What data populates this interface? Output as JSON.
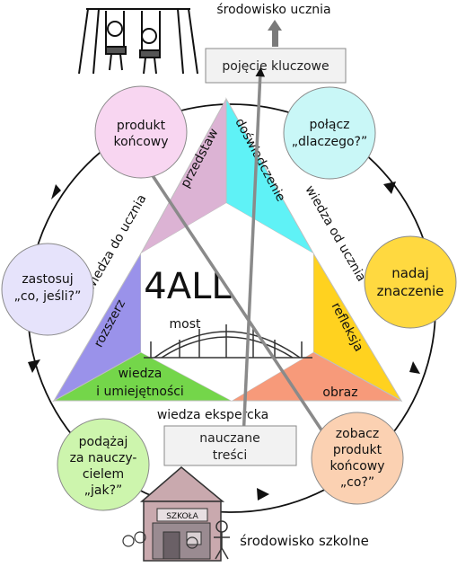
{
  "top_label": "środowisko ucznia",
  "bottom_label": "środowisko szkolne",
  "key_concept": "pojęcie kluczowe",
  "content_taught": [
    "nauczane",
    "treści"
  ],
  "center_title": "4ALL",
  "bridge_label": "most",
  "side_left": "wiedza do ucznia",
  "side_right": "wiedza od ucznia",
  "side_bottom": "wiedza ekspercka",
  "segments": {
    "predstaw": "przedstaw",
    "doswiadczenie": "doświadczenie",
    "refleksja": "refleksja",
    "obraz": "obraz",
    "wiedza": [
      "wiedza",
      "i umiejętności"
    ],
    "rozszerz": "rozszerz"
  },
  "circles": {
    "produkt": [
      "produkt",
      "końcowy"
    ],
    "polacz": [
      "połącz",
      "„dlaczego?”"
    ],
    "nadaj": [
      "nadaj",
      "znaczenie"
    ],
    "zobacz": [
      "zobacz",
      "produkt",
      "końcowy",
      "„co?”"
    ],
    "podazaj": [
      "podążaj",
      "za nauczy-",
      "cielem",
      "„jak?”"
    ],
    "zastosuj": [
      "zastosuj",
      "„co, jeśli?”"
    ]
  },
  "school_sign": "SZKOŁA",
  "colors": {
    "przedstaw": "#dcb3d4",
    "doswiadczenie": "#5ff2f6",
    "refleksja": "#ffd21f",
    "obraz": "#f79a7a",
    "wiedza": "#74d64a",
    "rozszerz": "#9a92ea",
    "circle_pink": "#f8d6f1",
    "circle_cyan": "#c9f7f7",
    "circle_yellow": "#ffd940",
    "circle_peach": "#fbd1b2",
    "circle_green": "#cdf5ad",
    "circle_lavender": "#e6e3fb"
  }
}
